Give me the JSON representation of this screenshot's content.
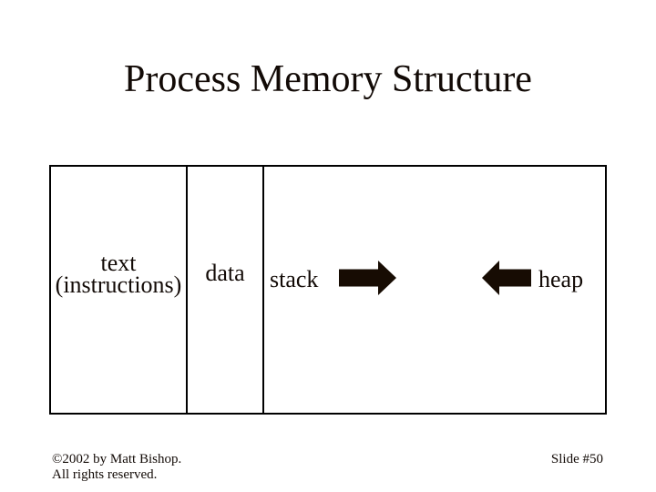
{
  "title": "Process Memory Structure",
  "diagram": {
    "text_segment": {
      "line1": "text",
      "line2": "(instructions)"
    },
    "data_segment": {
      "label": "data"
    },
    "stack_heap_segment": {
      "stack_label": "stack",
      "heap_label": "heap"
    },
    "arrows": {
      "stack_growth": {
        "icon": "arrow-right-icon",
        "direction": "right"
      },
      "heap_growth": {
        "icon": "arrow-left-icon",
        "direction": "left"
      }
    }
  },
  "footer": {
    "copyright_line1": "©2002 by Matt Bishop.",
    "copyright_line2": "All rights reserved.",
    "slide_number": "Slide #50"
  },
  "colors": {
    "background": "#ffffff",
    "border": "#000000",
    "text": "#120a06",
    "arrow": "#170c03"
  }
}
